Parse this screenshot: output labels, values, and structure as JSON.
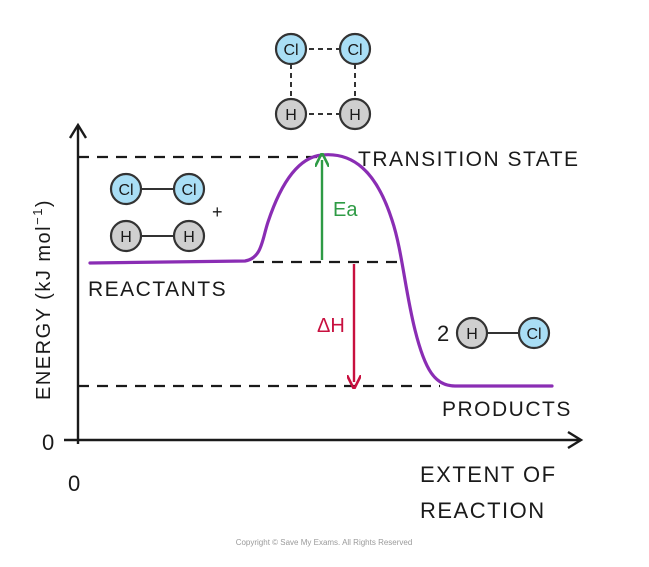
{
  "diagram": {
    "y_axis_label": "ENERGY (kJ mol",
    "y_axis_exponent": "−1",
    "y_axis_label_close": ")",
    "y_origin": "0",
    "x_origin": "0",
    "x_axis_label_line1": "EXTENT OF",
    "x_axis_label_line2": "REACTION",
    "transition_state": "TRANSITION STATE",
    "reactants": "REACTANTS",
    "products": "PRODUCTS",
    "ea_label": "Ea",
    "dh_label": "ΔH",
    "plus": "+",
    "coefficient": "2",
    "atom_cl": "Cl",
    "atom_h": "H",
    "copyright": "Copyright © Save My Exams. All Rights Reserved",
    "colors": {
      "curve": "#8a2db4",
      "ea_arrow": "#2e9b45",
      "dh_arrow": "#c8103f",
      "cl_atom": "#a9def5",
      "h_atom": "#cfcfcf",
      "axis": "#1a1a1a"
    }
  }
}
